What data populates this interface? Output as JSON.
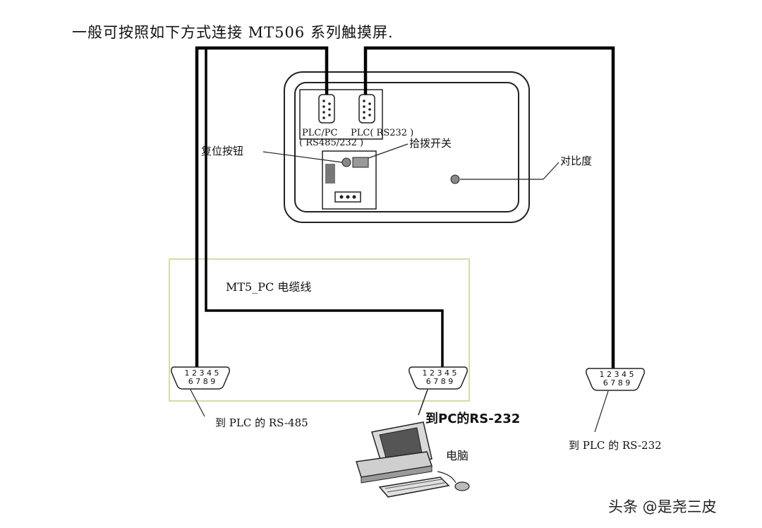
{
  "title": "一般可按照如下方式连接 MT506 系列触摸屏.",
  "panel": {
    "port1_label": "PLC/PC",
    "port1_sub": "( RS485/232 )",
    "port2_label": "PLC( RS232 )",
    "reset_label": "复位按钮",
    "dip_label": "拾拨开关",
    "contrast_label": "对比度"
  },
  "cable": {
    "label": "MT5_PC 电缆线"
  },
  "connectors": {
    "row1": "1 2 3 4 5",
    "row2": "6 7 8 9"
  },
  "targets": {
    "plc_rs485": "到 PLC 的 RS-485",
    "pc_rs232": "到PC的RS-232",
    "plc_rs232": "到 PLC 的 RS-232",
    "computer": "电脑"
  },
  "watermark": "头条 @是尧三皮",
  "colors": {
    "line": "#000000",
    "cable_box": "#c7d08a",
    "panel": "#333333"
  }
}
